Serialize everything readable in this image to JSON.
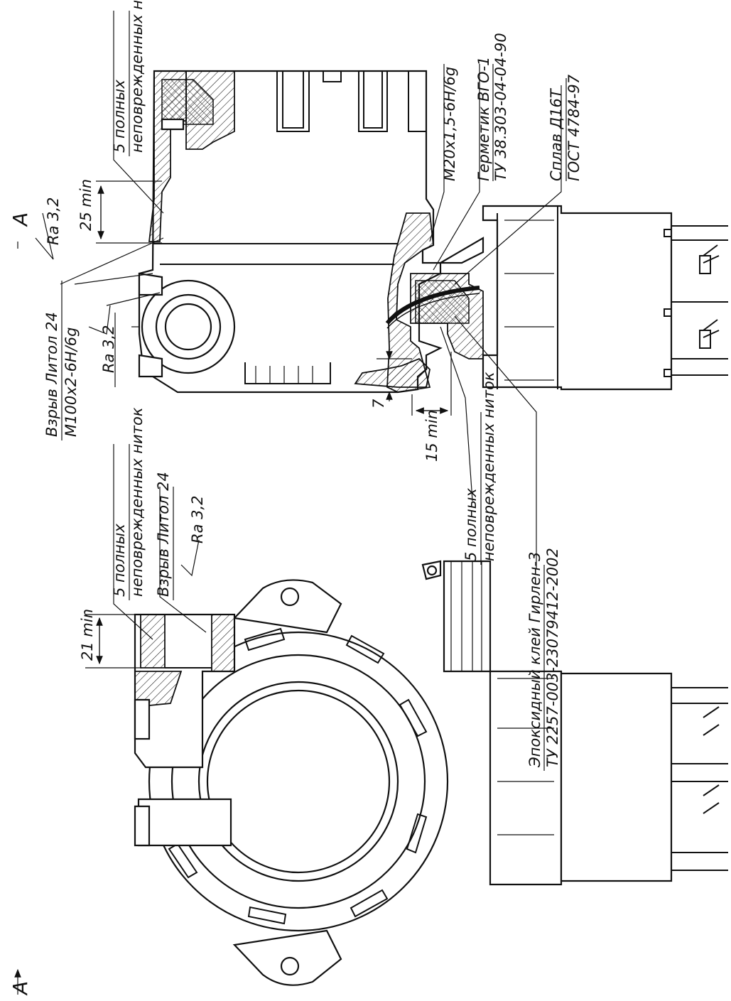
{
  "labels": {
    "section_a_top": "A",
    "section_a_bottom": "A",
    "threads_upper_1": "5 полных",
    "threads_upper_2": "неповрежденных ниток",
    "ra_top": "Ra 3,2",
    "ra_upper_left_1": "Взрыв Литол 24",
    "ra_upper_left_2": "М100x2-6Н/6g",
    "ra_upper_left_3": "Ra 3,2",
    "dim_25": "25 min",
    "dim_7": "7",
    "dim_15": "15 min",
    "dim_21": "21 min",
    "thread_m20": "М20x1,5-6Н/6g",
    "sealant_1": "Герметик ВГО-1",
    "sealant_2": "ТУ 38.303-04-04-90",
    "alloy_1": "Сплав Д16Т",
    "alloy_2": "ГОСТ 4784-97",
    "threads_lower_1": "5 полных",
    "threads_lower_2": "неповрежденных ниток",
    "epoxy_1": "Эпоксидный клей Гирлен-3",
    "epoxy_2": "ТУ 2257-003-23079412-2002",
    "threads_left_1": "5 полных",
    "threads_left_2": "неповрежденных ниток",
    "lube_left": "Взрыв Литол 24",
    "ra_left": "Ra 3,2"
  }
}
